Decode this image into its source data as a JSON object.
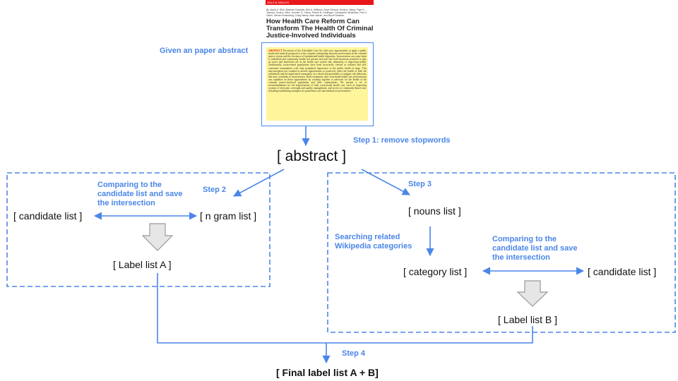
{
  "paper": {
    "journal_tag": "JAILS & HEALTH",
    "authors": "By Jacob K. Rich, Barbara Chandler, Brie A. Williams, Dave Dimond, Emily A. Wang, Faye S. Taxman, Scott A. Allen, Jennifer G. Clarke, Robert B. Greifinger, Christopher Wildeman, Fred C. Osher, Steven Rosenberg, Craig Haney, Marc Mauer, and Bruce Western",
    "title": "How Health Care Reform Can Transform The Health Of Criminal Justice-Involved Individuals",
    "abstract_label": "ABSTRACT",
    "abstract_body": "Provisions of the Affordable Care Act offer new opportunities to apply a public health and medical perspective to the complex relationship between involvement in the criminal justice system and the existence of fundamental health disparities. Incarceration can cause harm to individual and community health, but prisons and jails also hold enormous potential to play an active and beneficial role in the health care system and, ultimately, to improving health. Traditionally, incarcerated populations have been incorrectly viewed as isolated and self-contained communities with only peripheral importance to the public health at large. This misconception has resulted in missed opportunities to positively affect the health of both the individuals and the imprisoned community as a whole and potentially to mitigate risk behaviors that may contribute to incarceration. Both community and correctional health care professionals can capitalize on these opportunities by working together to advocate for the health of the criminal justice-involved population and their communities. We present a set of recommendations for the improvement of both correctional health care, such as improving systems of electronic oversight and quality management, and access to community-based care, including establishing strategies for postrelease care and medical record transfers."
  },
  "labels": {
    "given_abstract": "Given an paper abstract",
    "step1": "Step 1:  remove stopwords",
    "step2": "Step 2",
    "step3": "Step 3",
    "step4": "Step 4",
    "compare_left": "Comparing to the candidate list and save the intersection",
    "compare_right": "Comparing to the candidate list and save the intersection",
    "search_wiki": "Searching related Wikipedia categories"
  },
  "nodes": {
    "abstract": "[  abstract  ]",
    "candidate_list_left": "[ candidate list ]",
    "ngram_list": "[ n gram list ]",
    "label_list_a": "[ Label list A ]",
    "nouns_list": "[ nouns list ]",
    "category_list": "[ category list ]",
    "candidate_list_right": "[ candidate list ]",
    "label_list_b": "[ Label list B ]",
    "final": "[ Final label list A + B]"
  },
  "colors": {
    "accent": "#4a86e8",
    "paper_red": "#e8171a",
    "abstract_highlight": "#fff59a",
    "arrow_fill": "#e6e6e6",
    "arrow_stroke": "#9a9a9a"
  }
}
